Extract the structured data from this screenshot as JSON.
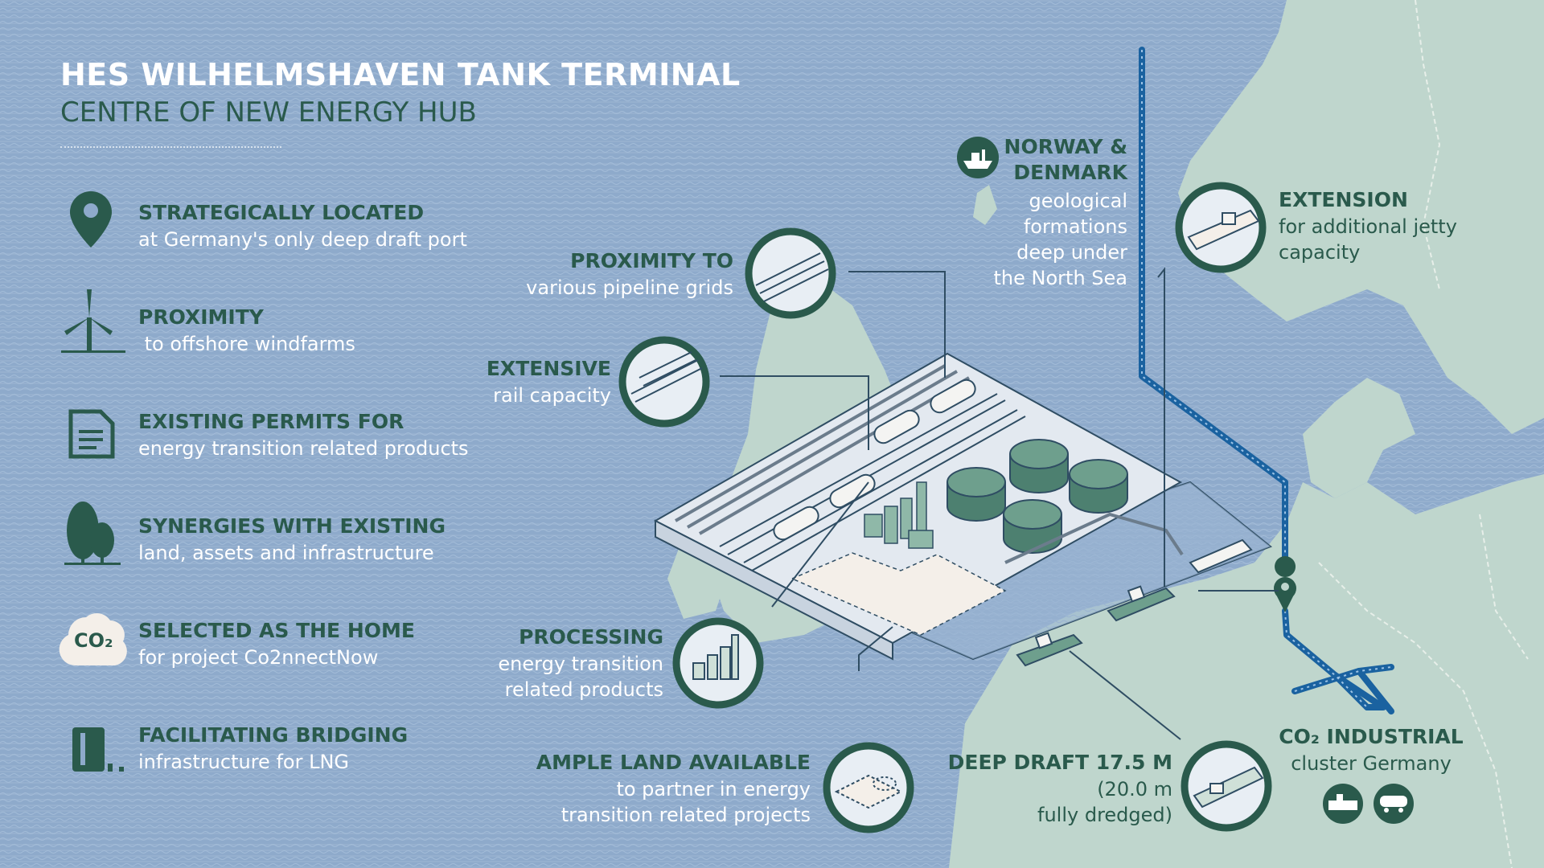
{
  "header": {
    "title": "HES WILHELMSHAVEN TANK TERMINAL",
    "subtitle": "CENTRE OF NEW ENERGY HUB"
  },
  "features": [
    {
      "icon": "location-pin-icon",
      "heading": "STRATEGICALLY LOCATED",
      "description": "at Germany's only deep draft port"
    },
    {
      "icon": "wind-turbine-icon",
      "heading": "PROXIMITY",
      "description": " to offshore windfarms"
    },
    {
      "icon": "document-icon",
      "heading": "EXISTING PERMITS FOR",
      "description": "energy transition related products"
    },
    {
      "icon": "trees-icon",
      "heading": "SYNERGIES WITH EXISTING",
      "description": "land, assets and infrastructure"
    },
    {
      "icon": "co2-cloud-icon",
      "heading": "SELECTED AS THE HOME",
      "description": "for project Co2nnectNow",
      "icon_text": "CO₂"
    },
    {
      "icon": "lng-tank-icon",
      "heading": "FACILITATING BRIDGING",
      "description": "infrastructure for LNG"
    }
  ],
  "callouts": {
    "pipeline": {
      "heading": "PROXIMITY TO",
      "description": "various pipeline grids"
    },
    "rail": {
      "heading": "EXTENSIVE",
      "description": "rail capacity"
    },
    "processing": {
      "heading": "PROCESSING",
      "description_lines": [
        "energy transition",
        "related products"
      ]
    },
    "land": {
      "heading": "AMPLE LAND AVAILABLE",
      "description_lines": [
        "to partner in energy",
        "transition related projects"
      ]
    },
    "deep_draft": {
      "heading": "DEEP DRAFT 17.5 M",
      "description_lines": [
        "(20.0 m",
        "fully dredged)"
      ]
    },
    "norway": {
      "heading_lines": [
        "NORWAY &",
        "DENMARK"
      ],
      "description_lines": [
        "geological",
        "formations",
        "deep under",
        "the North Sea"
      ]
    },
    "extension": {
      "heading": "EXTENSION",
      "description_lines": [
        "for additional jetty",
        "capacity"
      ]
    },
    "co2_cluster": {
      "heading": "CO₂ INDUSTRIAL",
      "description": "cluster Germany"
    }
  },
  "colors": {
    "sea": "#8eaacb",
    "land": "#bfd6cd",
    "dark_green": "#2a5a4c",
    "pipeline_blue": "#1a62a0",
    "white": "#ffffff"
  }
}
